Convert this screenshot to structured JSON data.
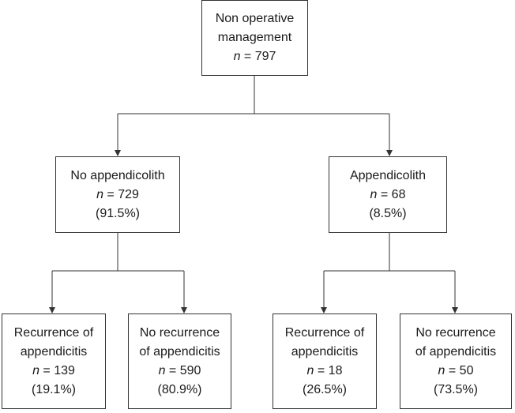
{
  "root": {
    "label_line1": "Non operative",
    "label_line2": "management",
    "n_var": "n",
    "n_text": " = 797"
  },
  "left": {
    "label": "No appendicolith",
    "n_var": "n",
    "n_text": " = 729",
    "pct": "(91.5%)",
    "children": [
      {
        "label_line1": "Recurrence of",
        "label_line2": "appendicitis",
        "n_var": "n",
        "n_text": " = 139",
        "pct": "(19.1%)"
      },
      {
        "label_line1": "No recurrence",
        "label_line2": "of appendicitis",
        "n_var": "n",
        "n_text": " = 590",
        "pct": "(80.9%)"
      }
    ]
  },
  "right": {
    "label": "Appendicolith",
    "n_var": "n",
    "n_text": " = 68",
    "pct": "(8.5%)",
    "children": [
      {
        "label_line1": "Recurrence of",
        "label_line2": "appendicitis",
        "n_var": "n",
        "n_text": " = 18",
        "pct": "(26.5%)"
      },
      {
        "label_line1": "No recurrence",
        "label_line2": "of appendicitis",
        "n_var": "n",
        "n_text": " = 50",
        "pct": "(73.5%)"
      }
    ]
  },
  "colors": {
    "line": "#333333",
    "box_border": "#333333",
    "text": "#1a1a1a"
  }
}
